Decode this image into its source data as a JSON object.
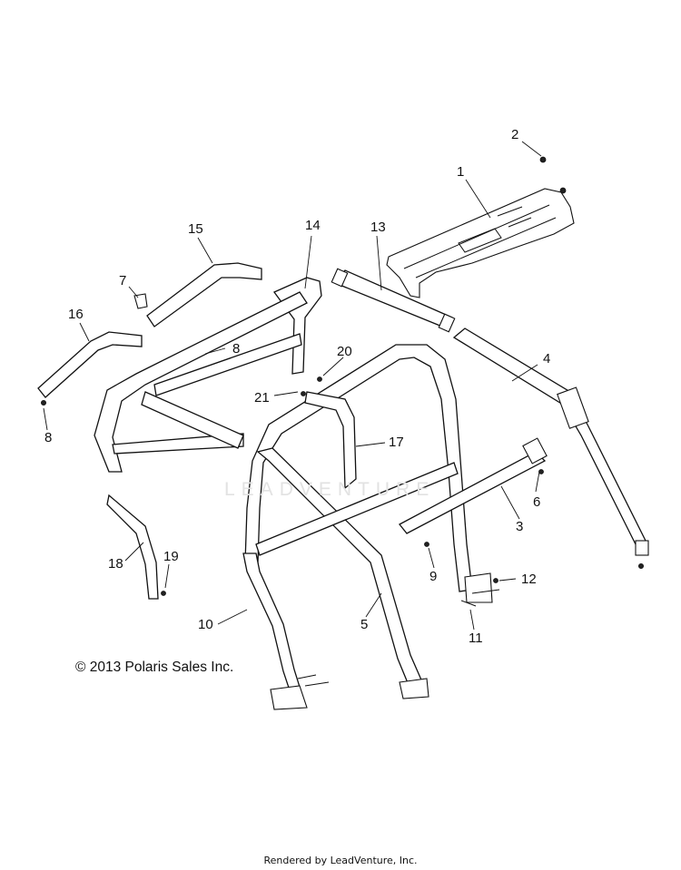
{
  "diagram": {
    "callouts": [
      {
        "id": "c1",
        "label": "1"
      },
      {
        "id": "c2",
        "label": "2"
      },
      {
        "id": "c3",
        "label": "3"
      },
      {
        "id": "c4",
        "label": "4"
      },
      {
        "id": "c5",
        "label": "5"
      },
      {
        "id": "c6",
        "label": "6"
      },
      {
        "id": "c7",
        "label": "7"
      },
      {
        "id": "c8a",
        "label": "8"
      },
      {
        "id": "c8b",
        "label": "8"
      },
      {
        "id": "c9",
        "label": "9"
      },
      {
        "id": "c10",
        "label": "10"
      },
      {
        "id": "c11",
        "label": "11"
      },
      {
        "id": "c12",
        "label": "12"
      },
      {
        "id": "c13",
        "label": "13"
      },
      {
        "id": "c14",
        "label": "14"
      },
      {
        "id": "c15",
        "label": "15"
      },
      {
        "id": "c16",
        "label": "16"
      },
      {
        "id": "c17",
        "label": "17"
      },
      {
        "id": "c18",
        "label": "18"
      },
      {
        "id": "c19",
        "label": "19"
      },
      {
        "id": "c20",
        "label": "20"
      },
      {
        "id": "c21",
        "label": "21"
      }
    ],
    "watermark": "LEADVENTURE",
    "copyright": "© 2013 Polaris Sales Inc.",
    "footer": "Rendered by LeadVenture, Inc."
  }
}
